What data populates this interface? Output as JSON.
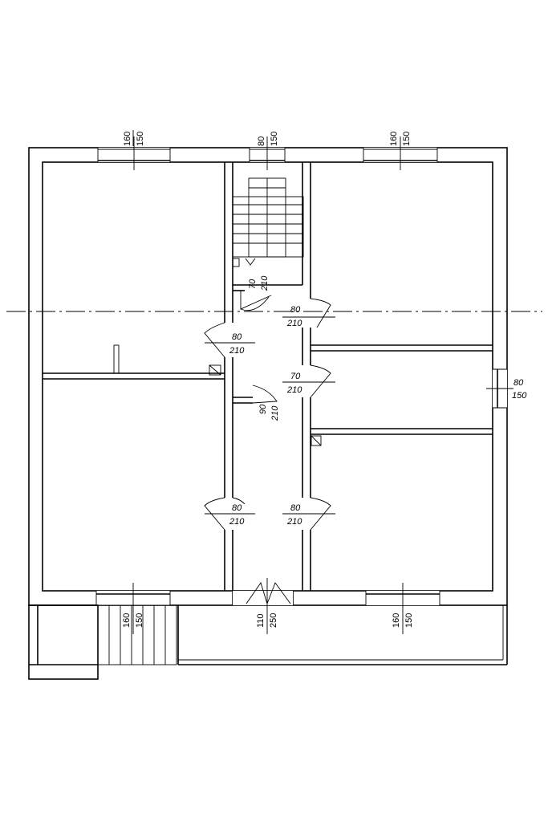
{
  "openings": {
    "win_top_left": {
      "w": "160",
      "h": "150"
    },
    "win_top_stair": {
      "w": "80",
      "h": "150"
    },
    "win_top_right": {
      "w": "160",
      "h": "150"
    },
    "door_stair": {
      "w": "70",
      "h": "210"
    },
    "door_right_upper": {
      "w": "80",
      "h": "210"
    },
    "door_left_upper": {
      "w": "80",
      "h": "210"
    },
    "door_right_mid": {
      "w": "70",
      "h": "210"
    },
    "door_bath": {
      "w": "90",
      "h": "210"
    },
    "win_right_side": {
      "w": "80",
      "h": "150"
    },
    "door_left_lower": {
      "w": "80",
      "h": "210"
    },
    "door_right_lower": {
      "w": "80",
      "h": "210"
    },
    "win_bottom_left": {
      "w": "160",
      "h": "150"
    },
    "door_entrance": {
      "w": "110",
      "h": "250"
    },
    "win_bottom_right": {
      "w": "160",
      "h": "150"
    }
  }
}
